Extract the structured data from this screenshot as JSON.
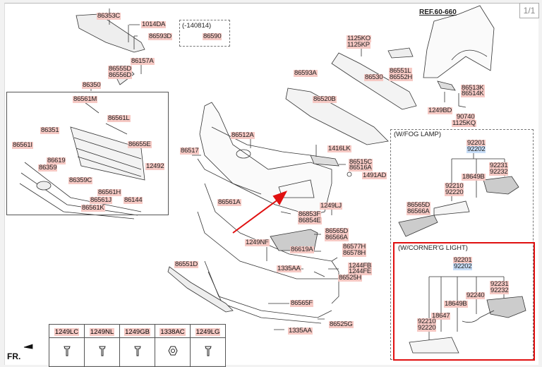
{
  "page_indicator": "1/1",
  "reference": "REF.60-660",
  "front_indicator": "FR.",
  "notes": {
    "date_note": "(-140814)",
    "fog_lamp_group": "(W/FOG LAMP)",
    "cornering_group": "(W/CORNER'G LIGHT)"
  },
  "parts": {
    "p86353C": "86353C",
    "p1014DA": "1014DA",
    "p86593D": "86593D",
    "p86590": "86590",
    "p86157A": "86157A",
    "p86555D": "86555D",
    "p86556D": "86556D",
    "p86350": "86350",
    "p86561M": "86561M",
    "p86561L": "86561L",
    "p86351": "86351",
    "p86655E": "86655E",
    "p86561I": "86561I",
    "p86619": "86619",
    "p12492": "12492",
    "p86359": "86359",
    "p86359C": "86359C",
    "p86561H": "86561H",
    "p86561J": "86561J",
    "p86144": "86144",
    "p86561K": "86561K",
    "p1125KO": "1125KO",
    "p1125KP": "1125KP",
    "p86551L": "86551L",
    "p86552H": "86552H",
    "p86593A": "86593A",
    "p86530": "86530",
    "p86513K": "86513K",
    "p86514K": "86514K",
    "p1249BD": "1249BD",
    "p90740": "90740",
    "p1125KQ": "1125KQ",
    "p86520B": "86520B",
    "p86512A": "86512A",
    "p86517": "86517",
    "p1416LK": "1416LK",
    "p86515C": "86515C",
    "p86516A": "86516A",
    "p1491AD": "1491AD",
    "p86561A": "86561A",
    "p1249LJ": "1249LJ",
    "p86853F": "86853F",
    "p86854E": "86854E",
    "p86565D": "86565D",
    "p86566A": "86566A",
    "p1249NF": "1249NF",
    "p86619A": "86619A",
    "p86577H": "86577H",
    "p86578H": "86578H",
    "p86551D": "86551D",
    "p1335AA_a": "1335AA",
    "p1244FB": "1244FB",
    "p1244FE": "1244FE",
    "p86525H": "86525H",
    "p86565F": "86565F",
    "p86525G": "86525G",
    "p1335AA_b": "1335AA"
  },
  "fog": {
    "p92201": "92201",
    "p92202": "92202",
    "p92231": "92231",
    "p92232": "92232",
    "p18649B": "18649B",
    "p92210": "92210",
    "p92220": "92220",
    "p86565D": "86565D",
    "p86566A": "86566A"
  },
  "corner": {
    "p92201": "92201",
    "p92202": "92202",
    "p92231": "92231",
    "p92232": "92232",
    "p92240": "92240",
    "p18649B": "18649B",
    "p18647": "18647",
    "p92210": "92210",
    "p92220": "92220"
  },
  "fasteners": [
    {
      "code": "1249LC",
      "icon": "screw-icon"
    },
    {
      "code": "1249NL",
      "icon": "screw-icon"
    },
    {
      "code": "1249GB",
      "icon": "screw-icon"
    },
    {
      "code": "1338AC",
      "icon": "nut-icon"
    },
    {
      "code": "1249LG",
      "icon": "screw-icon"
    }
  ],
  "colors": {
    "label_bg": "#f6c9c4",
    "label_bg_alt": "#c7ddf7",
    "highlight": "#e01010"
  }
}
